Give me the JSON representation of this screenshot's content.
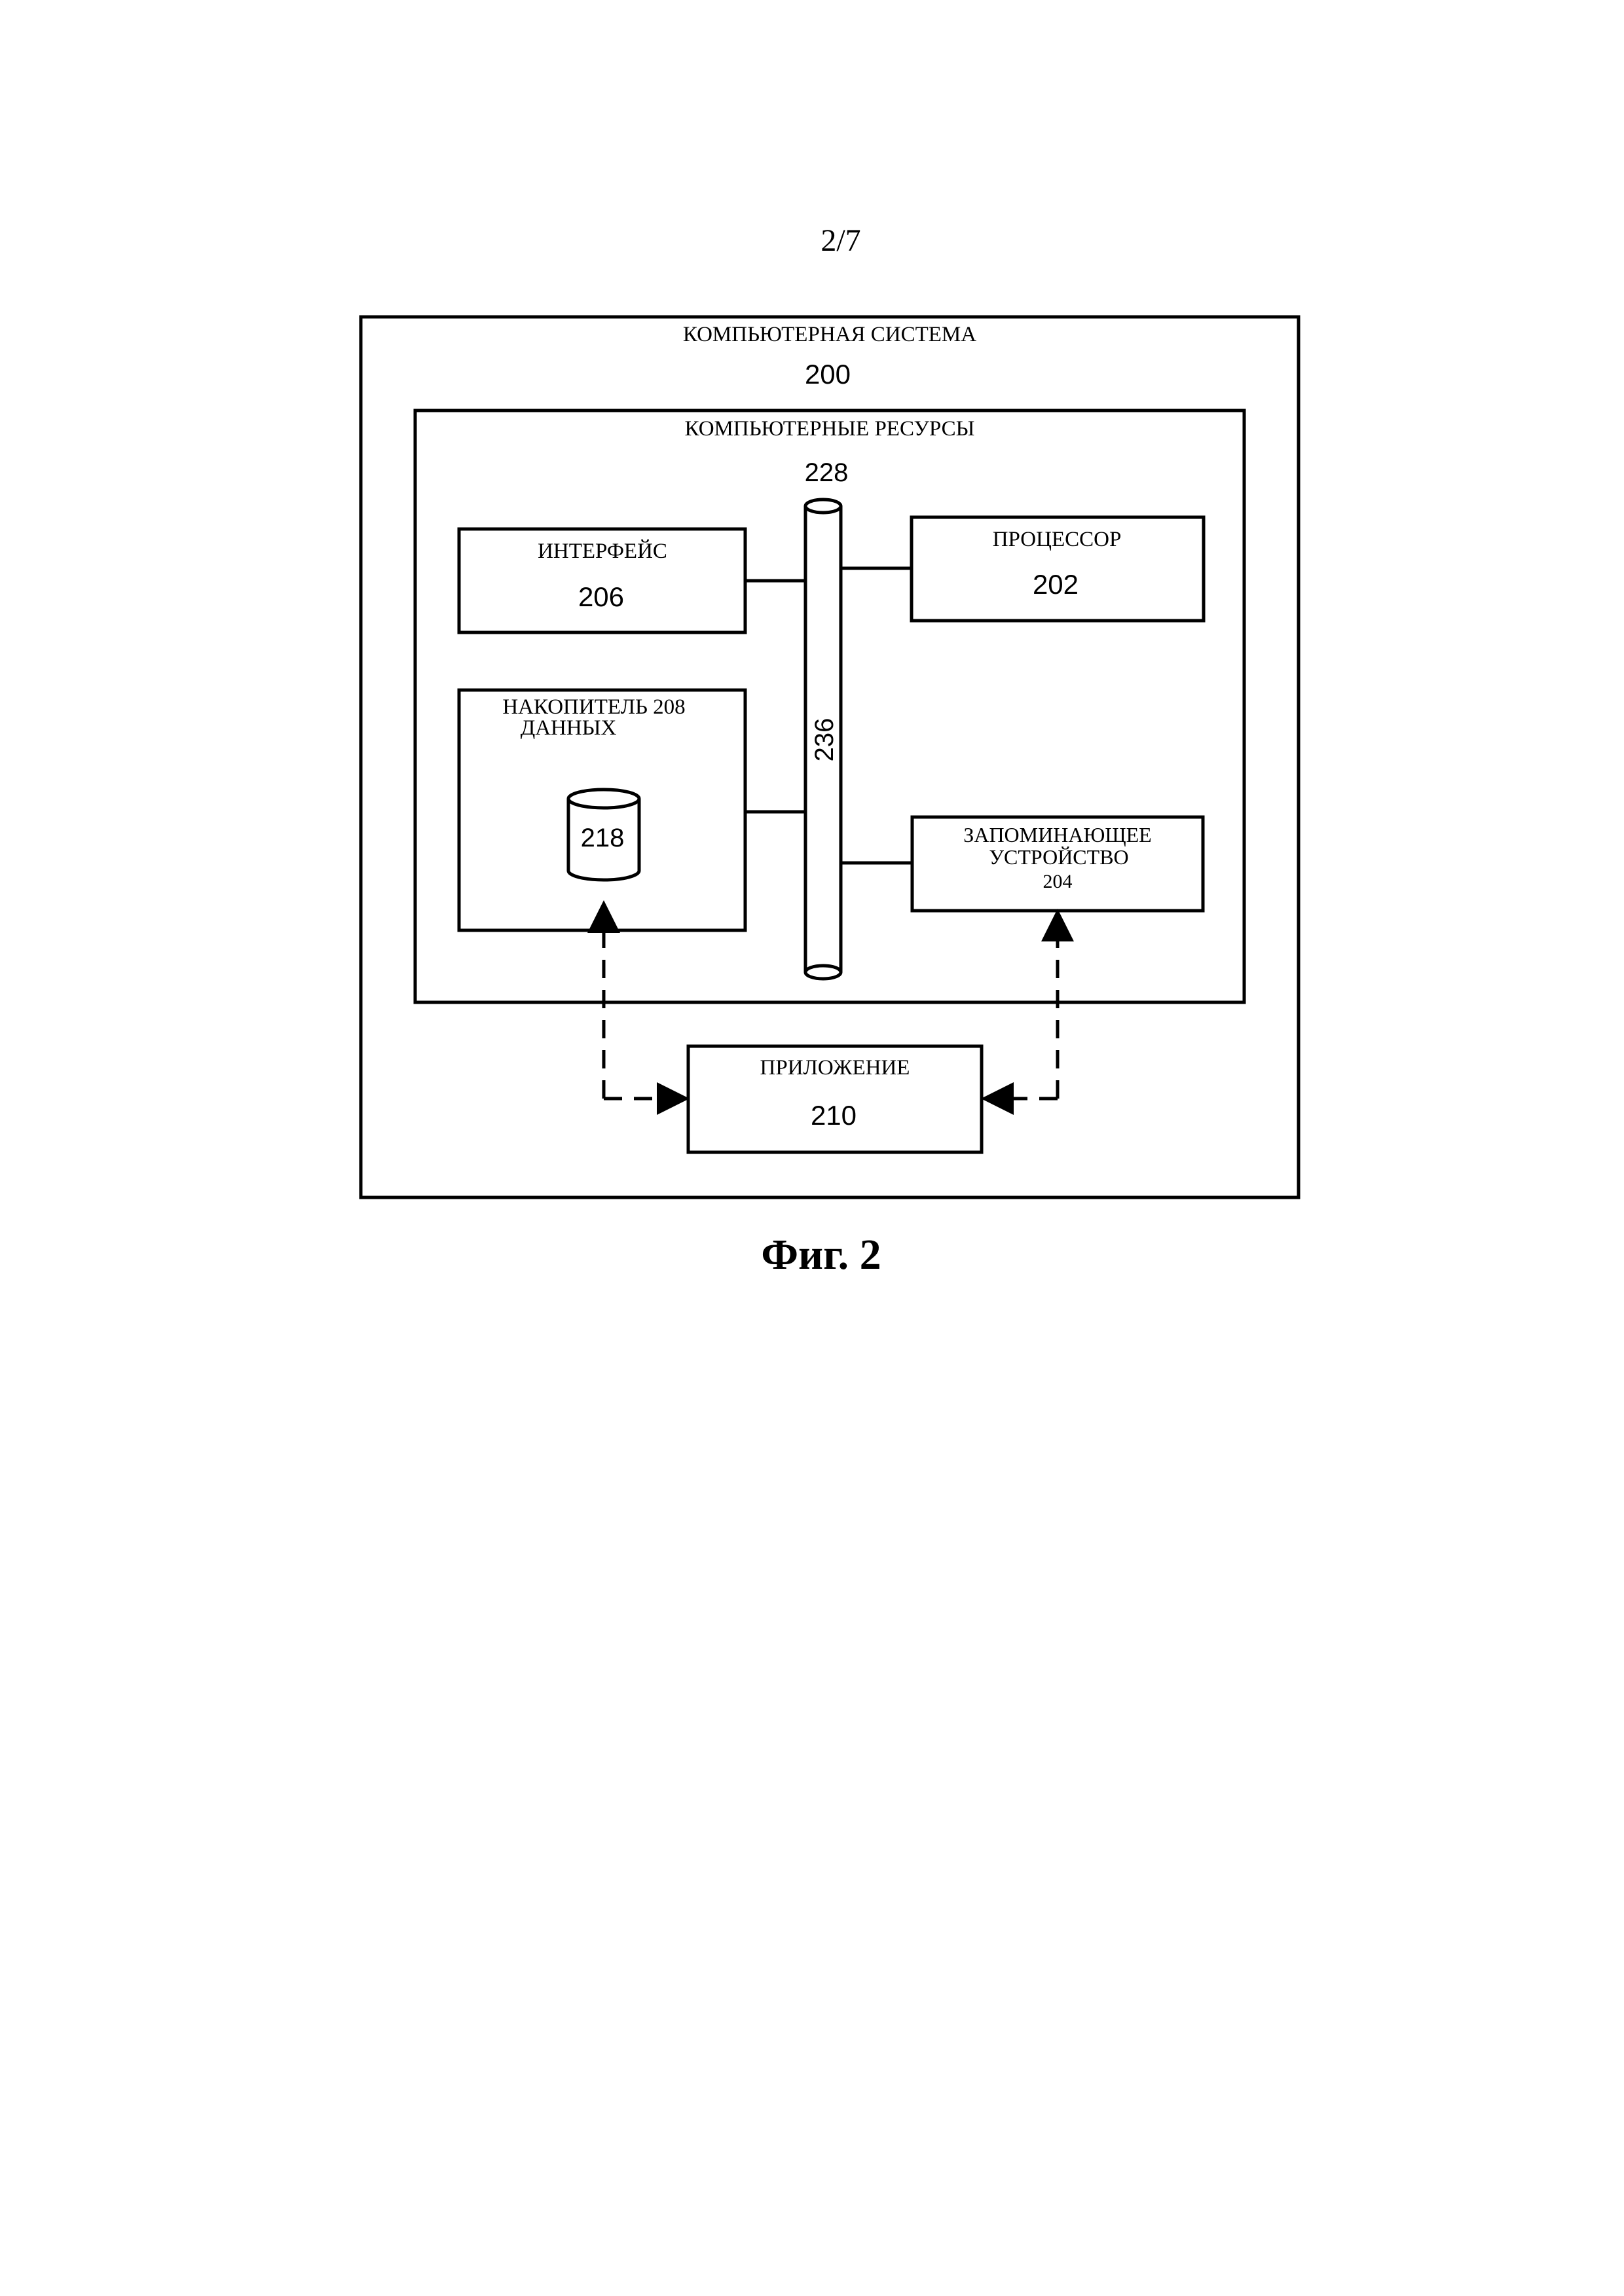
{
  "page": {
    "number": "2/7"
  },
  "figure": {
    "caption": "Фиг. 2",
    "system": {
      "label": "КОМПЬЮТЕРНАЯ СИСТЕМА",
      "ref": "200"
    },
    "resources": {
      "label": "КОМПЬЮТЕРНЫЕ РЕСУРСЫ"
    },
    "bus": {
      "ref_top": "228",
      "ref_side": "236"
    },
    "interface": {
      "label": "ИНТЕРФЕЙС",
      "ref": "206"
    },
    "processor": {
      "label": "ПРОЦЕССОР",
      "ref": "202"
    },
    "storage": {
      "label_line1": "НАКОПИТЕЛЬ 208",
      "label_line2": "ДАННЫХ"
    },
    "database": {
      "ref": "218"
    },
    "memory": {
      "label_line1": "ЗАПОМИНАЮЩЕЕ",
      "label_line2": "УСТРОЙСТВО",
      "ref": "204"
    },
    "application": {
      "label": "ПРИЛОЖЕНИЕ",
      "ref": "210"
    }
  }
}
